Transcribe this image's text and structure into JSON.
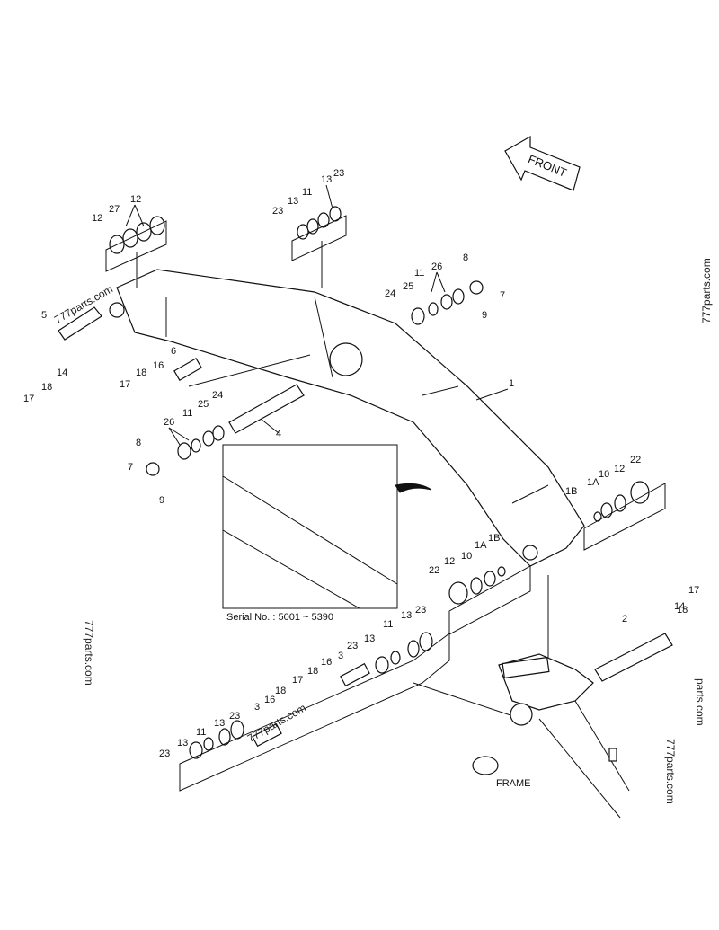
{
  "front_label": "FRONT",
  "serial_text": "Serial No. : 5001 ~ 5390",
  "frame_label": "FRAME",
  "watermark": "777parts.com",
  "watermark_partial": "parts.com",
  "callouts": [
    "1",
    "1A",
    "1B",
    "2",
    "3",
    "4",
    "5",
    "6",
    "7",
    "8",
    "9",
    "10",
    "11",
    "12",
    "13",
    "14",
    "16",
    "17",
    "18",
    "22",
    "23",
    "24",
    "25",
    "26",
    "27"
  ]
}
